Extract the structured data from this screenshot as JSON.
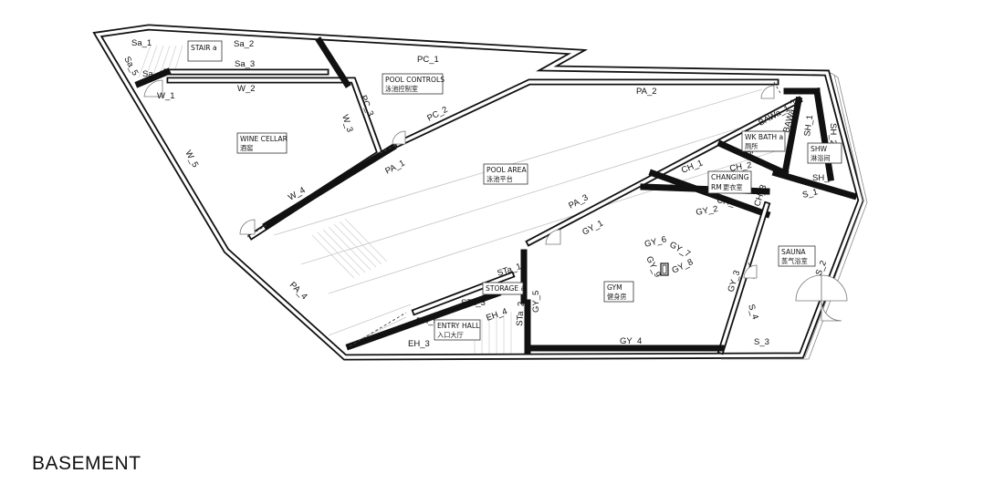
{
  "plan_title": "BASEMENT",
  "rooms": {
    "stair": {
      "en": "STAIR a",
      "cn": ""
    },
    "pool_controls": {
      "en": "POOL CONTROLS",
      "cn": "泳池控制室"
    },
    "wine_cellar": {
      "en": "WINE CELLAR",
      "cn": "酒窖"
    },
    "pool_area": {
      "en": "POOL AREA",
      "cn": "泳池平台"
    },
    "wk_bath": {
      "en": "WK BATH a",
      "cn": "厕所"
    },
    "shw": {
      "en": "SHW",
      "cn": "淋浴间"
    },
    "changing": {
      "en": "CHANGING",
      "en2": "RM",
      "cn": "更衣室"
    },
    "sauna": {
      "en": "SAUNA",
      "cn": "蒸气浴室"
    },
    "gym": {
      "en": "GYM",
      "cn": "健身房"
    },
    "storage": {
      "en": "STORAGE a",
      "cn": ""
    },
    "entry_hall": {
      "en": "ENTRY HALL",
      "cn": "入口大厅"
    }
  },
  "wall_tags": {
    "sa_1": "Sa_1",
    "sa_2": "Sa_2",
    "sa_3": "Sa_3",
    "sa_4": "Sa_4",
    "sa_5": "Sa_5",
    "w_1": "W_1",
    "w_2": "W_2",
    "w_3": "W_3",
    "w_4": "W_4",
    "w_5": "W_5",
    "pc_1": "PC_1",
    "pc_2": "PC_2",
    "pc_3": "PC_3",
    "pa_1": "PA_1",
    "pa_2": "PA_2",
    "pa_3": "PA_3",
    "pa_4": "PA_4",
    "bawa_1": "BAWa_1",
    "bawa_2": "BAWa_2",
    "bawa_3": "BAWa_3",
    "sh_1": "SH_1",
    "sh_2": "SH_2",
    "sh_3": "SH_3",
    "ch_1": "CH_1",
    "ch_2": "CH_2",
    "ch_3": "CH_3",
    "ch_4": "CH_4",
    "s_1": "S_1",
    "s_2": "S_2",
    "s_3": "S_3",
    "s_4": "S_4",
    "gy_1": "GY_1",
    "gy_2": "GY_2",
    "gy_3": "GY_3",
    "gy_4": "GY_4",
    "gy_5": "GY_5",
    "gy_6": "GY_6",
    "gy_7": "GY_7",
    "gy_8": "GY_8",
    "gy_9": "GY_9",
    "sta_1": "STa_1",
    "sta_2": "STa_2",
    "sta_3": "STa_3",
    "eh_3": "EH_3",
    "eh_4": "EH_4",
    "eh_5": "EH_5"
  }
}
